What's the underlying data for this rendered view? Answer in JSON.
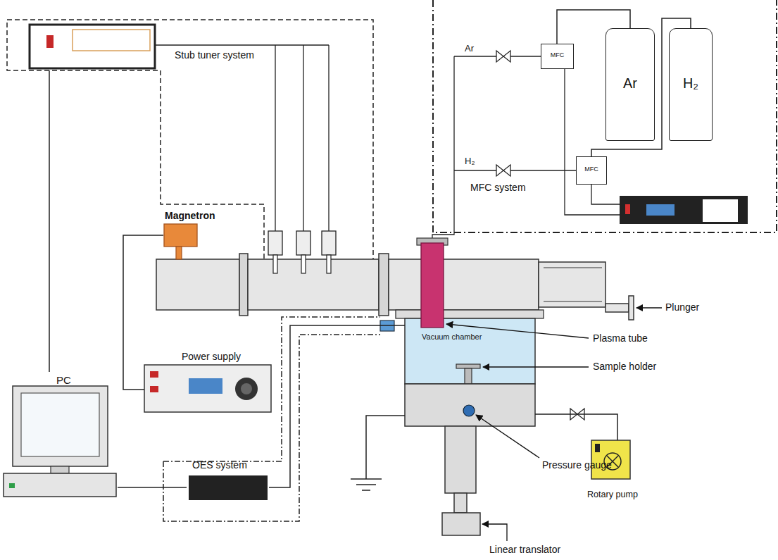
{
  "diagram": {
    "nodes": [
      {
        "text": [
          "MFC system"
        ]
      },
      {
        "text": [
          "Ar"
        ],
        "in": 0
      },
      {
        "text": [
          "H₂"
        ],
        "in": 0
      },
      {
        "text": [
          "MFC"
        ],
        "in": 0
      },
      {
        "text": [
          "MFC"
        ],
        "in": 0
      },
      {
        "text": [
          "Stub tuner system"
        ]
      },
      {
        "text": [
          "Magnetron"
        ]
      },
      {
        "text": [
          "Power supply"
        ]
      },
      {
        "text": [
          "PC"
        ]
      },
      {
        "text": [
          "OES system"
        ]
      },
      {
        "text": [
          "Vacuum chamber"
        ]
      },
      {
        "text": [
          "Rotary pump"
        ]
      }
    ],
    "edges": [
      {
        "from": 1,
        "to": 3,
        "arrow": "none"
      },
      {
        "from": 2,
        "to": 4,
        "arrow": "none"
      },
      {
        "from": 5,
        "to": 8,
        "arrow": "none"
      },
      {
        "from": 8,
        "to": 9,
        "arrow": "none"
      },
      {
        "from": 6,
        "to": 7,
        "arrow": "none"
      },
      {
        "from": 9,
        "to": 10,
        "arrow": "none"
      },
      {
        "from": 10,
        "to": 11,
        "arrow": "none"
      }
    ],
    "labels": [
      "Ar",
      "H₂",
      "Plunger",
      "Plasma tube",
      "Sample holder",
      "Pressure gauge",
      "Linear translator"
    ]
  }
}
